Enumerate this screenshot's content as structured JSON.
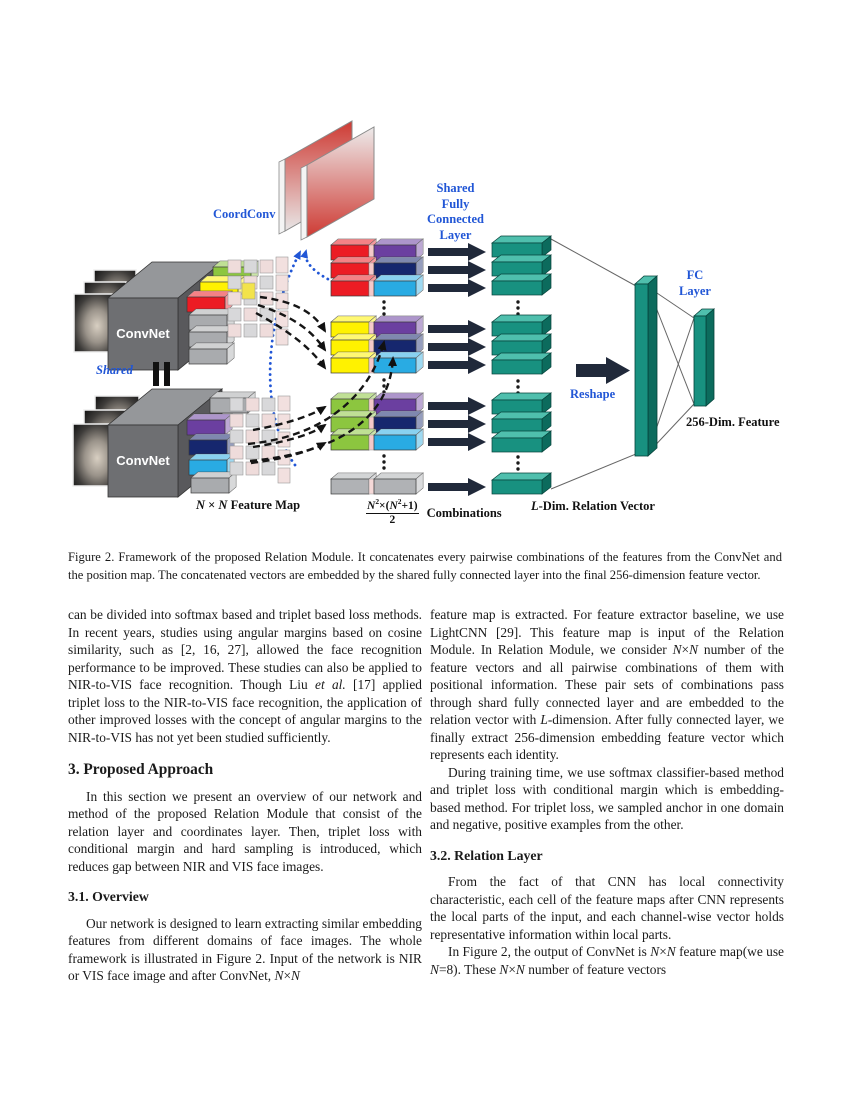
{
  "colors": {
    "accent": "#2156d6",
    "teal": "#189180",
    "red": "#ec1c24",
    "yellow": "#fff200",
    "green": "#8cc63f",
    "purple": "#6b3fa0",
    "dknavy": "#16276e",
    "cyan": "#29abe3",
    "navy": "#20293a"
  },
  "figure": {
    "labels": {
      "coordconv": "CoordConv",
      "shared": "Shared",
      "convnet": "ConvNet",
      "shared_fc": [
        "Shared",
        "Fully",
        "Connected",
        "Layer"
      ],
      "feature_map": [
        {
          "t": "N",
          "i": true
        },
        {
          "t": " × "
        },
        {
          "t": "N",
          "i": true
        },
        {
          "t": " Feature Map"
        }
      ],
      "formula_num": [
        {
          "t": "N",
          "i": true
        },
        {
          "t": "2",
          "sup": true
        },
        {
          "t": "×("
        },
        {
          "t": "N",
          "i": true
        },
        {
          "t": "2",
          "sup": true
        },
        {
          "t": "+1)"
        }
      ],
      "formula_den": "2",
      "combinations": "Combinations",
      "relation_vector": [
        {
          "t": "L",
          "i": true
        },
        {
          "t": "-Dim. Relation Vector"
        }
      ],
      "reshape": "Reshape",
      "fc_layer": [
        "FC",
        "Layer"
      ],
      "feature_256": "256-Dim. Feature"
    }
  },
  "caption": "Figure 2. Framework of the proposed Relation Module. It concatenates every pairwise combinations of the features from the ConvNet and the position map. The concatenated vectors are embedded by the shared fully connected layer into the final 256-dimension feature vector.",
  "content": {
    "left": {
      "p1": [
        {
          "t": "can be divided into softmax based and triplet based loss methods. In recent years, studies using angular margins based on cosine similarity, such as [2, 16, 27], allowed the face recognition performance to be improved. These studies can also be applied to NIR-to-VIS face recognition. Though Liu "
        },
        {
          "t": "et al.",
          "i": true
        },
        {
          "t": " [17] applied triplet loss to the NIR-to-VIS face recognition, the application of other improved losses with the concept of angular margins to the NIR-to-VIS has not yet been studied sufficiently."
        }
      ],
      "h1": "3. Proposed Approach",
      "p2": [
        {
          "t": "In this section we present an overview of our network and method of the proposed Relation Module that consist of the relation layer and coordinates layer. Then, triplet loss with conditional margin and hard sampling is introduced, which reduces gap between NIR and VIS face images."
        }
      ],
      "h2": "3.1. Overview",
      "p3": [
        {
          "t": "Our network is designed to learn extracting similar embedding features from different domains of face images. The whole framework is illustrated in Figure 2. Input of the network is NIR or VIS face image and after ConvNet, "
        },
        {
          "t": "N",
          "i": true
        },
        {
          "t": "×"
        },
        {
          "t": "N",
          "i": true
        }
      ]
    },
    "right": {
      "p1": [
        {
          "t": "feature map is extracted. For feature extractor baseline, we use LightCNN [29]. This feature map is input of the Relation Module. In Relation Module, we consider "
        },
        {
          "t": "N",
          "i": true
        },
        {
          "t": "×"
        },
        {
          "t": "N",
          "i": true
        },
        {
          "t": " number of the feature vectors and all pairwise combinations of them with positional information. These pair sets of combinations pass through shard fully connected layer and are embedded to the relation vector with "
        },
        {
          "t": "L",
          "i": true
        },
        {
          "t": "-dimension. After fully connected layer, we finally extract 256-dimension embedding feature vector which represents each identity."
        }
      ],
      "p2": [
        {
          "t": "During training time, we use softmax classifier-based method and triplet loss with conditional margin which is embedding-based method. For triplet loss, we sampled anchor in one domain and negative, positive examples from the other."
        }
      ],
      "h1": "3.2. Relation Layer",
      "p3": [
        {
          "t": "From the fact of that CNN has local connectivity characteristic, each cell of the feature maps after CNN represents the local parts of the input, and each channel-wise vector holds representative information within local parts."
        }
      ],
      "p4": [
        {
          "t": "In Figure 2, the output of ConvNet is "
        },
        {
          "t": "N",
          "i": true
        },
        {
          "t": "×"
        },
        {
          "t": "N",
          "i": true
        },
        {
          "t": " feature map(we use "
        },
        {
          "t": "N",
          "i": true
        },
        {
          "t": "=8). These "
        },
        {
          "t": "N",
          "i": true
        },
        {
          "t": "×"
        },
        {
          "t": "N",
          "i": true
        },
        {
          "t": " number of feature vectors"
        }
      ]
    }
  }
}
